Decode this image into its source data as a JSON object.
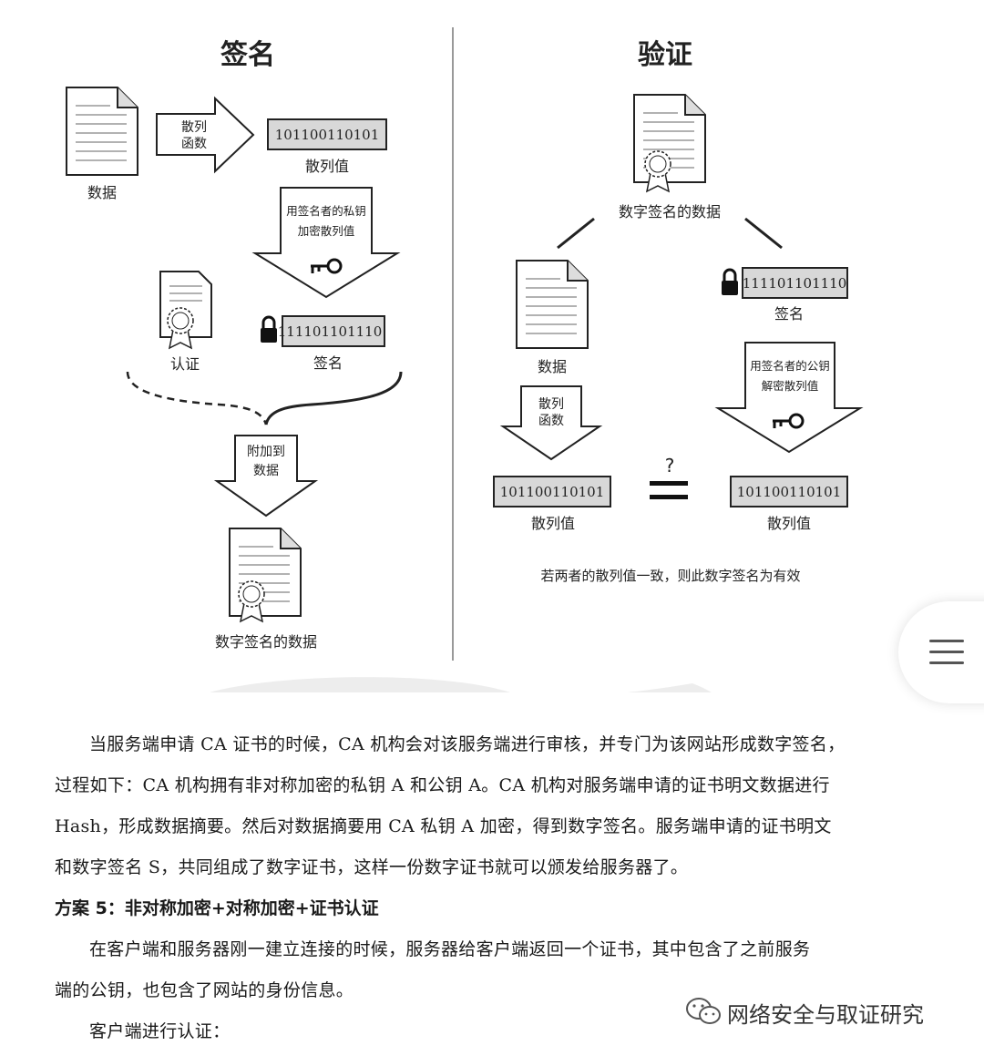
{
  "diagram": {
    "left_title": "签名",
    "right_title": "验证",
    "left": {
      "data_label": "数据",
      "hash_arrow_text": [
        "散列",
        "函数"
      ],
      "hash_value": "101100110101",
      "hash_label": "散列值",
      "encrypt_arrow_text": [
        "用签名者的私钥",
        "加密散列值"
      ],
      "cert_label": "认证",
      "signature_value": "111101101110",
      "signature_label": "签名",
      "attach_arrow_text": [
        "附加到",
        "数据"
      ],
      "result_label": "数字签名的数据"
    },
    "right": {
      "signed_doc_label": "数字签名的数据",
      "data_label": "数据",
      "signature_value": "111101101110",
      "signature_label": "签名",
      "decrypt_arrow_text": [
        "用签名者的公钥",
        "解密散列值"
      ],
      "hash_arrow_text": [
        "散列",
        "函数"
      ],
      "hash_value_left": "101100110101",
      "hash_label_left": "散列值",
      "compare_symbol": "?",
      "hash_value_right": "101100110101",
      "hash_label_right": "散列值",
      "conclusion": "若两者的散列值一致，则此数字签名为有效"
    }
  },
  "article": {
    "para1_lines": [
      "当服务端申请 CA 证书的时候，CA 机构会对该服务端进行审核，并专门为该网站形成数字签名，",
      "过程如下：CA 机构拥有非对称加密的私钥 A 和公钥 A。CA 机构对服务端申请的证书明文数据进行",
      "Hash，形成数据摘要。然后对数据摘要用 CA 私钥 A 加密，得到数字签名。服务端申请的证书明文",
      "和数字签名 S，共同组成了数字证书，这样一份数字证书就可以颁发给服务器了。"
    ],
    "heading": "方案 5：非对称加密+对称加密+证书认证",
    "para2_lines": [
      "在客户端和服务器刚一建立连接的时候，服务器给客户端返回一个证书，其中包含了之前服务",
      "端的公钥，也包含了网站的身份信息。"
    ],
    "para3": "客户端进行认证："
  },
  "watermark": {
    "text": "网络安全与取证研究",
    "icon": "wechat-icon"
  },
  "menu": {
    "icon": "menu-icon"
  }
}
